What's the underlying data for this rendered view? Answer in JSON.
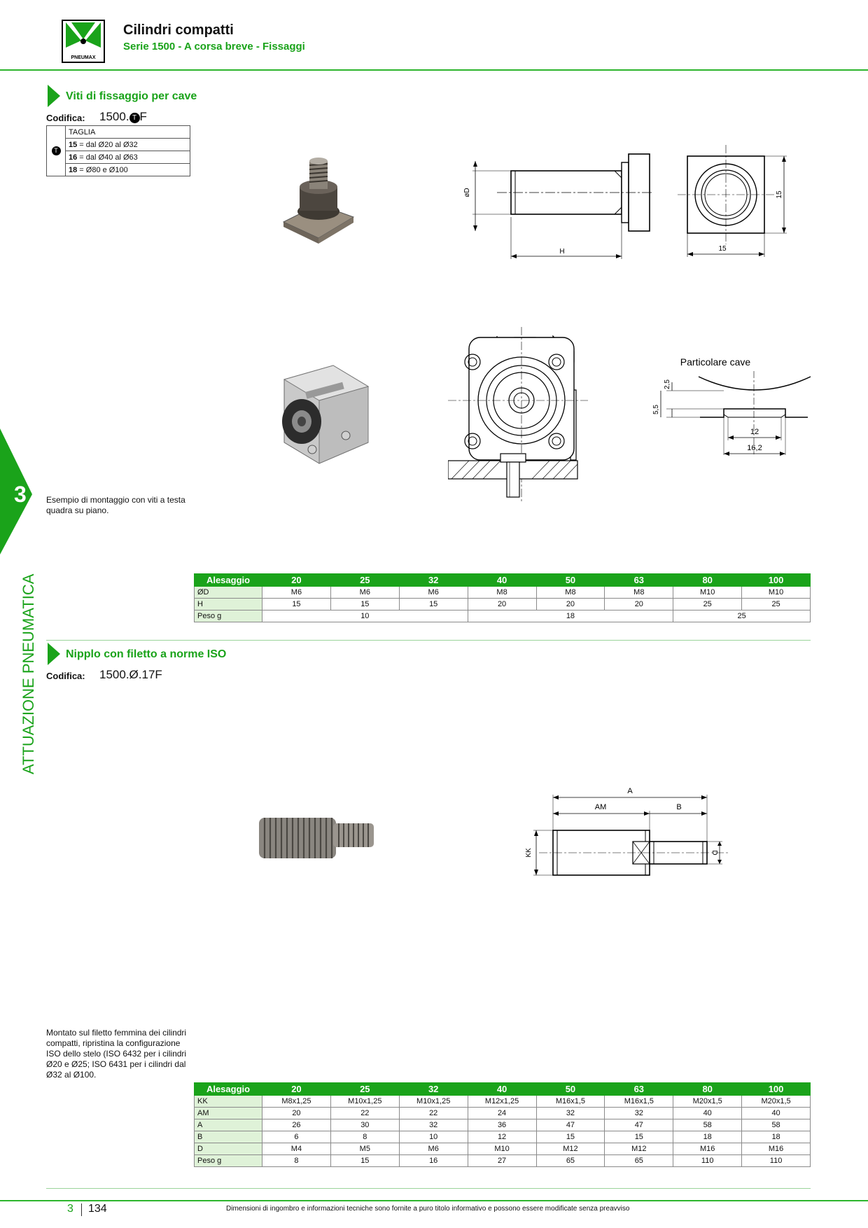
{
  "header": {
    "title": "Cilindri compatti",
    "subtitle": "Serie 1500 - A corsa breve - Fissaggi",
    "logo_text": "PNEUMAX"
  },
  "sidebar": {
    "chapter": "3",
    "label": "ATTUAZIONE PNEUMATICA"
  },
  "section1": {
    "title": "Viti di fissaggio per cave",
    "codifica_label": "Codifica:",
    "codifica_prefix": "1500.",
    "codifica_symbol": "T",
    "codifica_suffix": "F",
    "taglia": {
      "header": "TAGLIA",
      "symbol": "T",
      "rows": [
        {
          "code": "15",
          "text": " = dal Ø20 al Ø32"
        },
        {
          "code": "16",
          "text": " = dal Ø40 al Ø63"
        },
        {
          "code": "18",
          "text": " = Ø80 e Ø100"
        }
      ]
    },
    "drawing_labels": {
      "diameter": "øD",
      "h": "H",
      "w15": "15",
      "h15": "15"
    },
    "cave": {
      "title": "Particolare cave",
      "d25": "2,5",
      "d55": "5,5",
      "d12": "12",
      "d162": "16,2"
    },
    "note": "Esempio di montaggio con viti a testa quadra su piano.",
    "table": {
      "headers": [
        "Alesaggio",
        "20",
        "25",
        "32",
        "40",
        "50",
        "63",
        "80",
        "100"
      ],
      "rows": [
        {
          "label": "ØD",
          "values": [
            "M6",
            "M6",
            "M6",
            "M8",
            "M8",
            "M8",
            "M10",
            "M10"
          ]
        },
        {
          "label": "H",
          "values": [
            "15",
            "15",
            "15",
            "20",
            "20",
            "20",
            "25",
            "25"
          ]
        }
      ],
      "peso": {
        "label": "Peso g",
        "groups": [
          "10",
          "18",
          "25"
        ]
      }
    }
  },
  "section2": {
    "title": "Nipplo con filetto a norme ISO",
    "codifica_label": "Codifica:",
    "codifica_value": "1500.Ø.17F",
    "drawing_labels": {
      "a": "A",
      "am": "AM",
      "b": "B",
      "kk": "KK",
      "d": "D"
    },
    "note": "Montato sul filetto femmina dei cilindri compatti, ripristina la configurazione ISO dello stelo (ISO 6432 per i cilindri Ø20 e Ø25; ISO 6431 per i cilindri dal Ø32 al Ø100.",
    "table": {
      "headers": [
        "Alesaggio",
        "20",
        "25",
        "32",
        "40",
        "50",
        "63",
        "80",
        "100"
      ],
      "rows": [
        {
          "label": "KK",
          "values": [
            "M8x1,25",
            "M10x1,25",
            "M10x1,25",
            "M12x1,25",
            "M16x1,5",
            "M16x1,5",
            "M20x1,5",
            "M20x1,5"
          ]
        },
        {
          "label": "AM",
          "values": [
            "20",
            "22",
            "22",
            "24",
            "32",
            "32",
            "40",
            "40"
          ]
        },
        {
          "label": "A",
          "values": [
            "26",
            "30",
            "32",
            "36",
            "47",
            "47",
            "58",
            "58"
          ]
        },
        {
          "label": "B",
          "values": [
            "6",
            "8",
            "10",
            "12",
            "15",
            "15",
            "18",
            "18"
          ]
        },
        {
          "label": "D",
          "values": [
            "M4",
            "M5",
            "M6",
            "M10",
            "M12",
            "M12",
            "M16",
            "M16"
          ]
        },
        {
          "label": "Peso g",
          "values": [
            "8",
            "15",
            "16",
            "27",
            "65",
            "65",
            "110",
            "110"
          ]
        }
      ]
    }
  },
  "footer": {
    "chapter": "3",
    "page": "134",
    "disclaimer": "Dimensioni di ingombro e informazioni tecniche sono fornite a puro titolo informativo e possono essere modificate senza preavviso"
  },
  "colors": {
    "accent": "#1aa31a",
    "row_label_bg": "#dff2d8"
  }
}
